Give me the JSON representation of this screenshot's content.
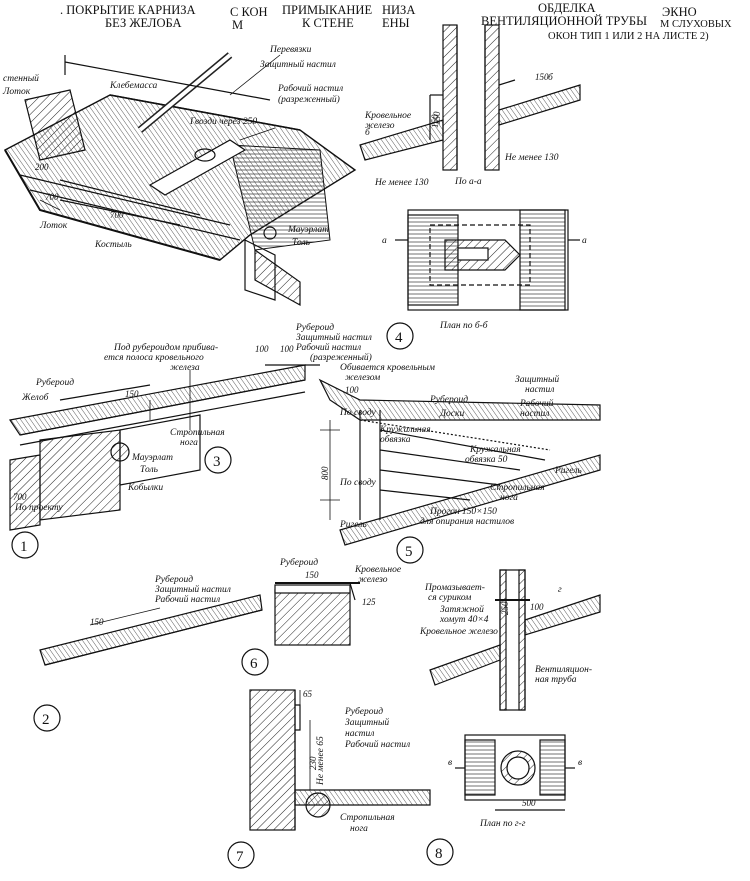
{
  "header": {
    "h1a": ". ПОКРЫТИЕ  КАРНИЗА",
    "h1b": "БЕЗ ЖЕЛОБА",
    "h2a": "С  КОН",
    "h2b": "М",
    "h3a": "ПРИМЫКАНИЕ",
    "h3b": "К СТЕНЕ",
    "h4a": "НИЗА",
    "h4b": "ЕНЫ",
    "h5a": "ОБДЕЛКА",
    "h5b": "ВЕНТИЛЯЦИОННОЙ   ТРУБЫ",
    "h6a": "ЭКНО",
    "h6b": "М СЛУХОВЫХ",
    "h6c": "ОКОН ТИП 1 ИЛИ 2 НА ЛИСТЕ 2)"
  },
  "labels": {
    "l01": "Клебемасса",
    "l02": "Перевязки",
    "l03": "Защитный настил",
    "l04": "Рабочий настил",
    "l05": "(разреженный)",
    "l06": "Гвозди через 250",
    "l07": "Лоток",
    "l08": "Костыль",
    "l09": "Мауэрлат",
    "l10": "Толь",
    "l11": "стенный",
    "l12": "Кровельное",
    "l13": "железо",
    "l14": "Не менее 130",
    "l15": "Не менее 130",
    "l16": "По а-а",
    "l17": "План по б-б",
    "l18": "Рубероид",
    "l19": "Защитный настил",
    "l20": "Рабочий настил",
    "l21": "(разреженный)",
    "l22": "Под рубероидом прибива-",
    "l23": "ется полоса кровельного",
    "l24": "железа",
    "l25": "Рубероид",
    "l26": "Желоб",
    "l27": "Стропильная",
    "l28": "нога",
    "l29": "Мауэрлат",
    "l30": "Толь",
    "l31": "Кобылки",
    "l32": "По проекту",
    "l33": "Обивается кровельным",
    "l34": "железом",
    "l35": "Защитный",
    "l36": "настил",
    "l37": "Рабочий",
    "l38": "настил",
    "l39": "Рубероид",
    "l40": "Доски",
    "l41": "Кружальная",
    "l42": "обвязка",
    "l43": "Кружальная",
    "l44": "обвязка 50",
    "l45": "Ригель",
    "l46": "Стропильная",
    "l47": "нога",
    "l48": "Прогон 150×150",
    "l49": "для опирания настилов",
    "l50": "Ригель",
    "l51": "Рубероид",
    "l52": "Защитный настил",
    "l53": "Рабочий настил",
    "l54": "Рубероид",
    "l55": "Кровельное",
    "l56": "железо",
    "l57": "Промазывает-",
    "l58": "ся суриком",
    "l59": "Затяжной",
    "l60": "хомут 40×4",
    "l61": "Кровельное железо",
    "l62": "Вентиляцион-",
    "l63": "ная труба",
    "l64": "Рубероид",
    "l65": "Защитный",
    "l66": "настил",
    "l67": "Рабочий настил",
    "l68": "Стропильная",
    "l69": "нога",
    "l70": "Не менее 65",
    "l71": "План по г-г",
    "l72": "Лоток",
    "l73": "По своду",
    "l74": "По своду"
  },
  "dims": {
    "d01": "700",
    "d02": "200",
    "d03": "700",
    "d04": "150",
    "d05": "150",
    "d06": "100",
    "d07": "100",
    "d08": "150",
    "d09": "100",
    "d10": "800",
    "d11": "150",
    "d12": "125",
    "d13": "150",
    "d14": "100",
    "d15": "65",
    "d16": "230",
    "d17": "500",
    "d18": "250",
    "d19": "150",
    "d20": "700"
  },
  "marks": {
    "n1": "1",
    "n2": "2",
    "n3": "3",
    "n4": "4",
    "n5": "5",
    "n6": "6",
    "n7": "7",
    "n8": "8",
    "sa": "а",
    "sa2": "а",
    "sb": "б",
    "sb2": "б",
    "sv": "в",
    "sv2": "в",
    "sg": "г"
  }
}
